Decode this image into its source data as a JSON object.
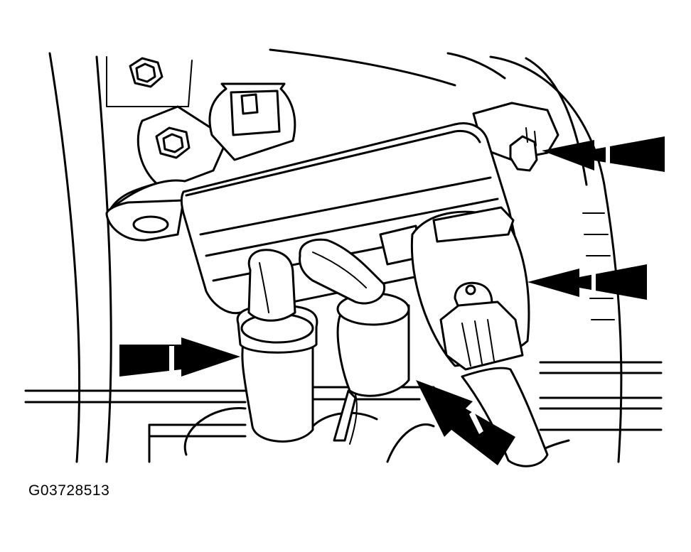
{
  "figure": {
    "code": "G03728513",
    "ink_color": "#000000",
    "paper_color": "#ffffff",
    "callout_arrows": [
      {
        "id": "arrow-upper-right",
        "points_to": "mounting-stud"
      },
      {
        "id": "arrow-middle-right",
        "points_to": "electrical-connector"
      },
      {
        "id": "arrow-left",
        "points_to": "vacuum-hose-left"
      },
      {
        "id": "arrow-bottom",
        "points_to": "vacuum-hose-right"
      }
    ]
  }
}
